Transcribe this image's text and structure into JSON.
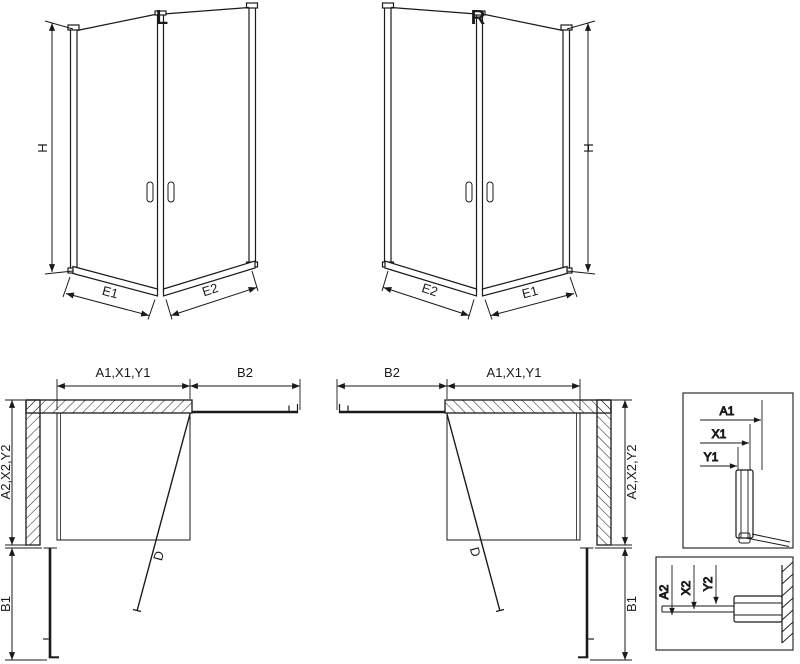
{
  "iso_left": {
    "label": "L",
    "dim_height": "H",
    "dim_edge_left": "E1",
    "dim_edge_right": "E2"
  },
  "iso_right": {
    "label": "R",
    "dim_height": "H",
    "dim_edge_left": "E2",
    "dim_edge_right": "E1"
  },
  "plan_left": {
    "dim_top_inner": "A1,X1,Y1",
    "dim_top_outer": "B2",
    "dim_side": "A2,X2,Y2",
    "dim_bottom": "B1",
    "dim_diagonal": "D"
  },
  "plan_right": {
    "dim_top_inner": "A1,X1,Y1",
    "dim_top_outer": "B2",
    "dim_side": "A2,X2,Y2",
    "dim_bottom": "B1",
    "dim_diagonal": "D"
  },
  "detail_top": {
    "dim_a": "A1",
    "dim_x": "X1",
    "dim_y": "Y1"
  },
  "detail_bottom": {
    "dim_a": "A2",
    "dim_x": "X2",
    "dim_y": "Y2"
  },
  "colors": {
    "line": "#1a1a1a",
    "background": "#ffffff"
  }
}
